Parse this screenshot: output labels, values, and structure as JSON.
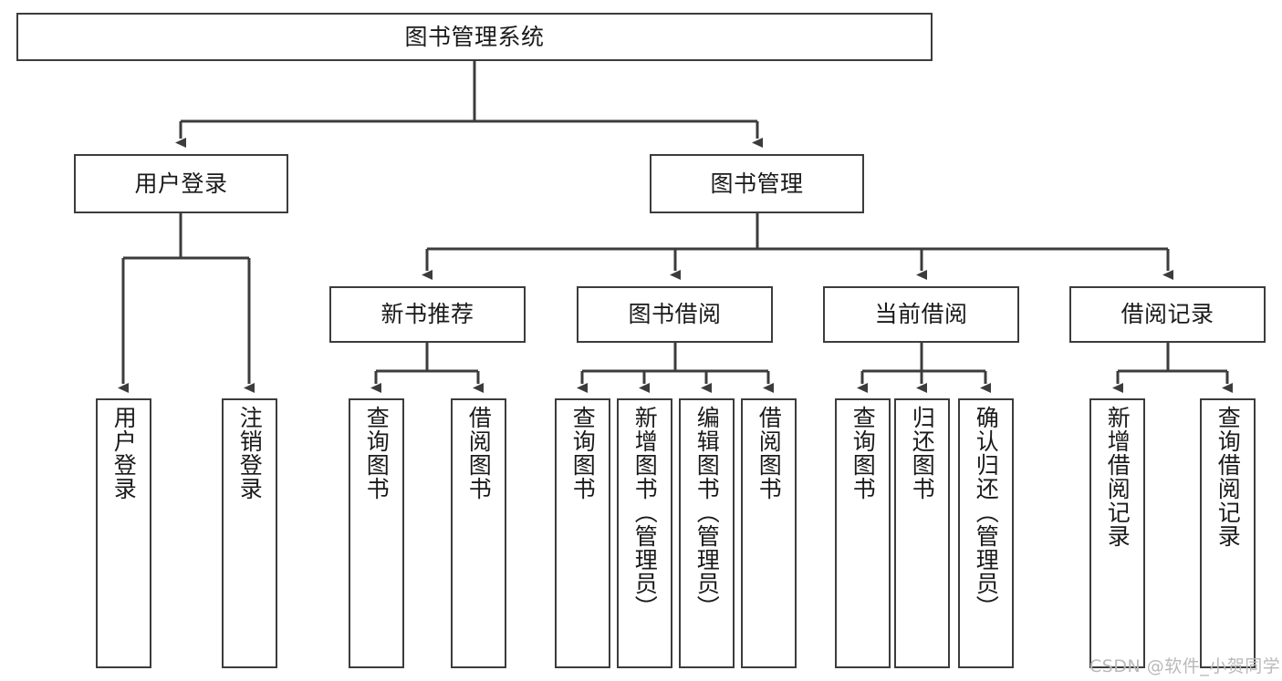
{
  "diagram": {
    "title": "图书管理系统",
    "type": "tree-hierarchy-diagram",
    "root": {
      "id": "root",
      "label": "图书管理系统"
    },
    "level2": [
      {
        "id": "user-login",
        "label": "用户登录"
      },
      {
        "id": "book-management",
        "label": "图书管理"
      }
    ],
    "level3": [
      {
        "id": "new-book-recommend",
        "label": "新书推荐"
      },
      {
        "id": "book-borrow",
        "label": "图书借阅"
      },
      {
        "id": "current-borrow",
        "label": "当前借阅"
      },
      {
        "id": "borrow-record",
        "label": "借阅记录"
      }
    ],
    "leaves": {
      "user_login": [
        {
          "id": "leaf-user-login",
          "label": "用户登录"
        },
        {
          "id": "leaf-user-logout",
          "label": "注销登录"
        }
      ],
      "new_book_recommend": [
        {
          "id": "leaf-query-book-1",
          "label": "查询图书"
        },
        {
          "id": "leaf-borrow-book-1",
          "label": "借阅图书"
        }
      ],
      "book_borrow": [
        {
          "id": "leaf-query-book-2",
          "label": "查询图书"
        },
        {
          "id": "leaf-add-book",
          "label": "新增图书（管理员）"
        },
        {
          "id": "leaf-edit-book",
          "label": "编辑图书（管理员）"
        },
        {
          "id": "leaf-borrow-book-2",
          "label": "借阅图书"
        }
      ],
      "current_borrow": [
        {
          "id": "leaf-query-book-3",
          "label": "查询图书"
        },
        {
          "id": "leaf-return-book",
          "label": "归还图书"
        },
        {
          "id": "leaf-confirm-return",
          "label": "确认归还（管理员）"
        }
      ],
      "borrow_record": [
        {
          "id": "leaf-add-record",
          "label": "新增借阅记录"
        },
        {
          "id": "leaf-query-record",
          "label": "查询借阅记录"
        }
      ]
    }
  },
  "watermark": {
    "text": "CSDN @软件_小贺同学"
  },
  "colors": {
    "border": "#3c3c3c",
    "background": "#ffffff",
    "text": "#1a1a1a",
    "connector": "#3c3c3c",
    "watermark": "#b9b9b9"
  }
}
